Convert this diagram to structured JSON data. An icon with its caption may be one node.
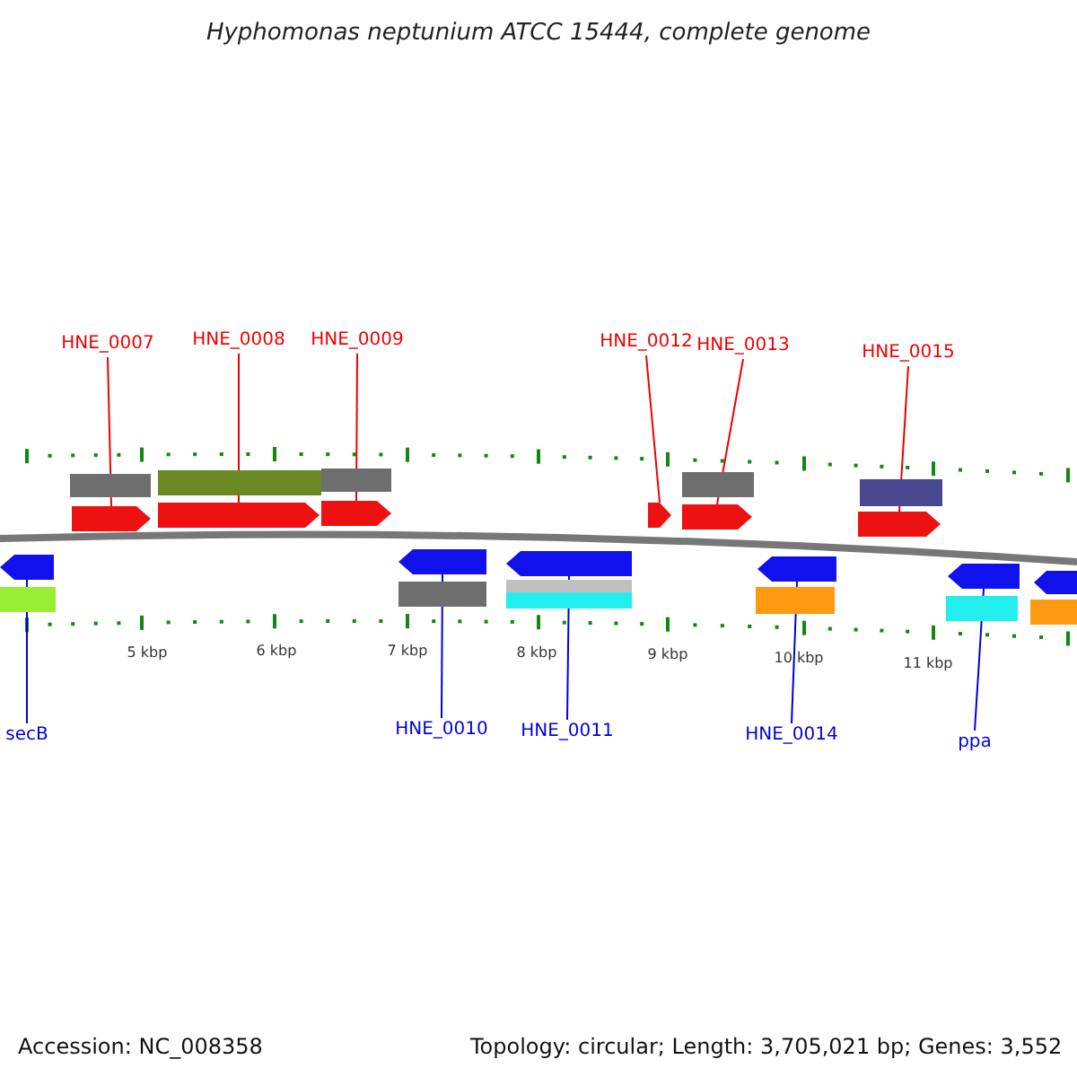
{
  "diagram": {
    "title": "Hyphomonas neptunium ATCC 15444, complete genome",
    "nodes": [
      {
        "text": [
          "HNE_0007"
        ]
      },
      {
        "text": [
          "HNE_0008"
        ]
      },
      {
        "text": [
          "HNE_0009"
        ]
      },
      {
        "text": [
          "HNE_0012"
        ]
      },
      {
        "text": [
          "HNE_0013"
        ]
      },
      {
        "text": [
          "HNE_0015"
        ]
      },
      {
        "text": [
          "secB"
        ]
      },
      {
        "text": [
          "HNE_0010"
        ]
      },
      {
        "text": [
          "HNE_0011"
        ]
      },
      {
        "text": [
          "HNE_0014"
        ]
      },
      {
        "text": [
          "ppa"
        ]
      },
      {
        "text": [],
        "shape": "pentagon"
      },
      {
        "text": [],
        "shape": "pentagon"
      },
      {
        "text": [],
        "shape": "pentagon"
      },
      {
        "text": [],
        "shape": "pentagon"
      },
      {
        "text": [],
        "shape": "pentagon"
      },
      {
        "text": [],
        "shape": "pentagon"
      },
      {
        "text": [],
        "shape": "pentagon"
      },
      {
        "text": [],
        "shape": "pentagon"
      },
      {
        "text": [],
        "shape": "pentagon"
      },
      {
        "text": [],
        "shape": "pentagon"
      },
      {
        "text": [],
        "shape": "pentagon"
      }
    ],
    "edges": [
      {
        "from": 0,
        "to": 11,
        "arrow": "none"
      },
      {
        "from": 1,
        "to": 12,
        "arrow": "none"
      },
      {
        "from": 2,
        "to": 13,
        "arrow": "none"
      },
      {
        "from": 3,
        "to": 14,
        "arrow": "none"
      },
      {
        "from": 4,
        "to": 15,
        "arrow": "none"
      },
      {
        "from": 5,
        "to": 16,
        "arrow": "none"
      },
      {
        "from": 6,
        "to": 17,
        "arrow": "none",
        "color": "#0000dd"
      },
      {
        "from": 7,
        "to": 18,
        "arrow": "none",
        "color": "#0000dd"
      },
      {
        "from": 8,
        "to": 19,
        "arrow": "none",
        "color": "#0000dd"
      },
      {
        "from": 9,
        "to": 20,
        "arrow": "none",
        "color": "#0000dd"
      },
      {
        "from": 10,
        "to": 21,
        "arrow": "none",
        "color": "#0000dd"
      }
    ],
    "labels": [
      "5 kbp",
      "6 kbp",
      "7 kbp",
      "8 kbp",
      "9 kbp",
      "10 kbp",
      "11 kbp",
      "Accession: NC_008358",
      "Topology: circular; Length: 3,705,021 bp; Genes: 3,552"
    ]
  }
}
